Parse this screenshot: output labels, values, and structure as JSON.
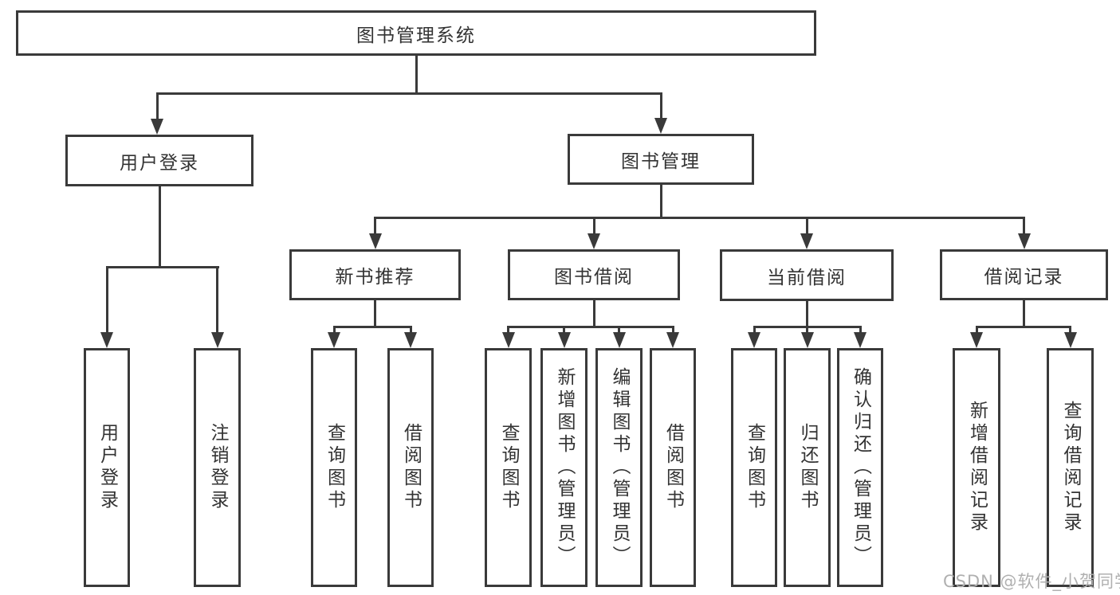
{
  "diagram": {
    "root": "图书管理系统",
    "level2": {
      "user_login": "用户登录",
      "book_management": "图书管理"
    },
    "level3": {
      "new_book": "新书推荐",
      "book_borrow": "图书借阅",
      "current_borrow": "当前借阅",
      "borrow_records": "借阅记录"
    },
    "leaves": {
      "user_login": [
        "用户登录",
        "注销登录"
      ],
      "new_book": [
        "查询图书",
        "借阅图书"
      ],
      "book_borrow": [
        "查询图书",
        "新增图书（管理员）",
        "编辑图书（管理员）",
        "借阅图书"
      ],
      "current_borrow": [
        "查询图书",
        "归还图书",
        "确认归还（管理员）"
      ],
      "borrow_records": [
        "新增借阅记录",
        "查询借阅记录"
      ]
    },
    "watermark": "CSDN @软件_小贺同学"
  },
  "colors": {
    "line": "#3a3a3a",
    "text": "#333333",
    "background": "#ffffff",
    "watermark": "#b0b0b0"
  }
}
